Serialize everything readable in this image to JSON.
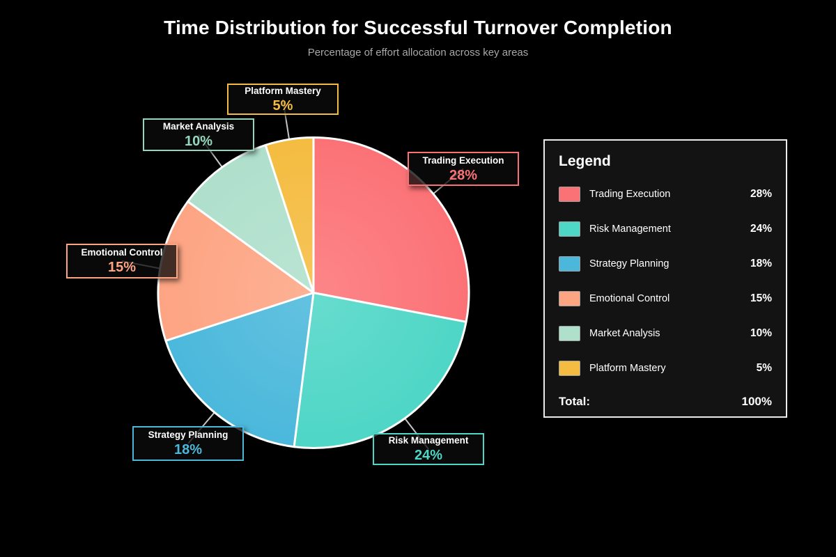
{
  "page": {
    "title": "Time Distribution for Successful Turnover Completion",
    "subtitle": "Percentage of effort allocation across key areas"
  },
  "chart_data": {
    "type": "pie",
    "title": "Time Distribution for Successful Turnover Completion",
    "subtitle": "Percentage of effort allocation across key areas",
    "unit": "%",
    "total_value": 100,
    "start_angle_deg_from_top": 0,
    "direction": "clockwise",
    "legend_position": "right",
    "slices": [
      {
        "label": "Trading Execution",
        "value": 28,
        "pct": "28%",
        "color": "#FB7276",
        "accent": "#FB7276"
      },
      {
        "label": "Risk Management",
        "value": 24,
        "pct": "24%",
        "color": "#4ED6C6",
        "accent": "#4ED6C6"
      },
      {
        "label": "Strategy Planning",
        "value": 18,
        "pct": "18%",
        "color": "#4BB8DB",
        "accent": "#4BB8DB"
      },
      {
        "label": "Emotional Control",
        "value": 15,
        "pct": "15%",
        "color": "#FDA483",
        "accent": "#FDA483"
      },
      {
        "label": "Market Analysis",
        "value": 10,
        "pct": "10%",
        "color": "#AFE0CC",
        "accent": "#93D8BE"
      },
      {
        "label": "Platform Mastery",
        "value": 5,
        "pct": "5%",
        "color": "#F4BC40",
        "accent": "#F4BC40"
      }
    ]
  },
  "legend": {
    "title": "Legend",
    "total_label": "Total:",
    "total_value": "100%"
  }
}
